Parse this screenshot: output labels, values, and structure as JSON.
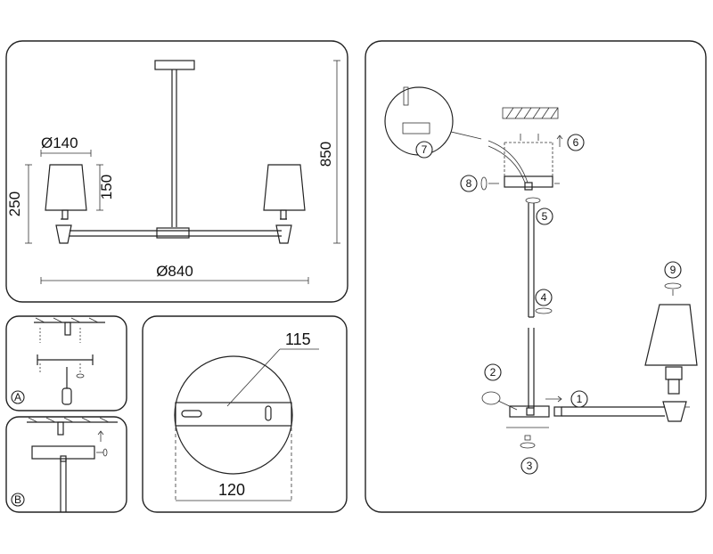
{
  "dimensions": {
    "shade_diameter": "Ø140",
    "shade_height": "150",
    "arm_height": "250",
    "total_height": "850",
    "total_width": "Ø840",
    "plate_width": "115",
    "hole_spacing": "120"
  },
  "mount_labels": [
    "A",
    "B"
  ],
  "step_numbers": [
    "1",
    "2",
    "3",
    "4",
    "5",
    "6",
    "7",
    "8",
    "9"
  ]
}
